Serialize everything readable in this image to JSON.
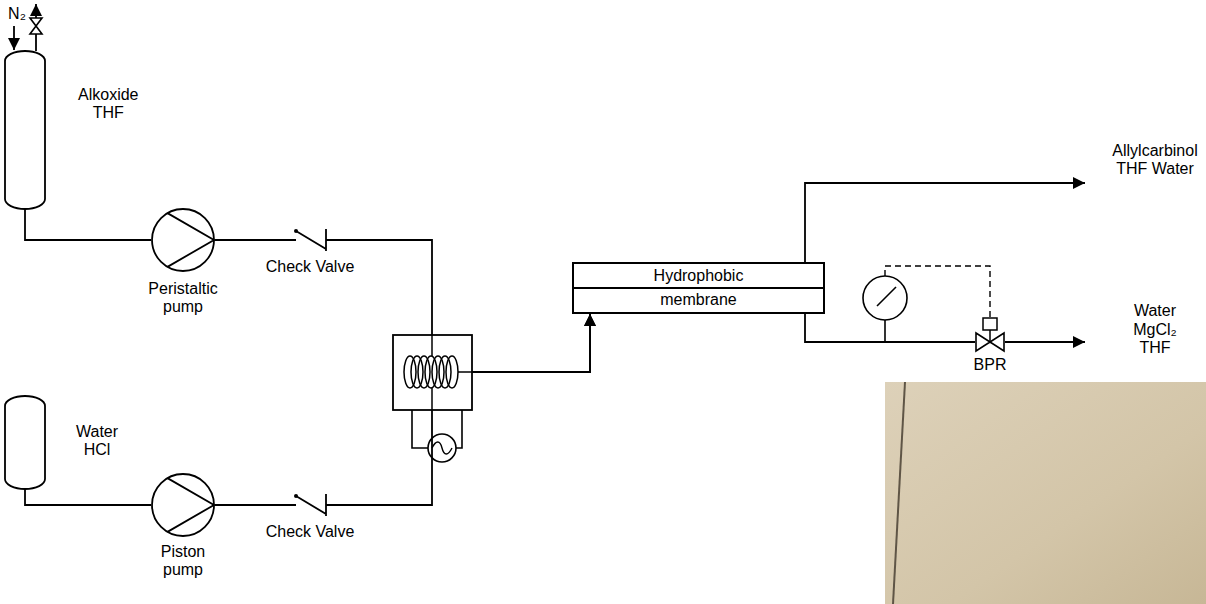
{
  "diagram": {
    "nodes": [
      {
        "text": [
          "Alkoxide THF"
        ]
      },
      {
        "text": [
          "Peristaltic pump"
        ]
      },
      {
        "text": [
          "Check Valve"
        ]
      },
      {
        "text": [
          "Hydrophobic membrane"
        ]
      },
      {
        "text": [
          "BPR"
        ]
      },
      {
        "text": [
          "Water HCl"
        ]
      },
      {
        "text": [
          "Piston pump"
        ]
      },
      {
        "text": [
          "Check Valve"
        ]
      }
    ],
    "edges": [
      {
        "from": 0,
        "to": 1,
        "arrow": "none"
      },
      {
        "from": 1,
        "to": 2,
        "arrow": "none"
      },
      {
        "from": 2,
        "to": 3,
        "arrow": "to"
      },
      {
        "from": 5,
        "to": 6,
        "arrow": "none"
      },
      {
        "from": 6,
        "to": 7,
        "arrow": "none"
      },
      {
        "from": 7,
        "to": 3,
        "arrow": "to"
      },
      {
        "from": 3,
        "to": 4,
        "arrow": "none"
      }
    ],
    "labels": [
      "N₂",
      "Allylcarbinol THF Water",
      "Water MgCl₂ THF"
    ]
  }
}
